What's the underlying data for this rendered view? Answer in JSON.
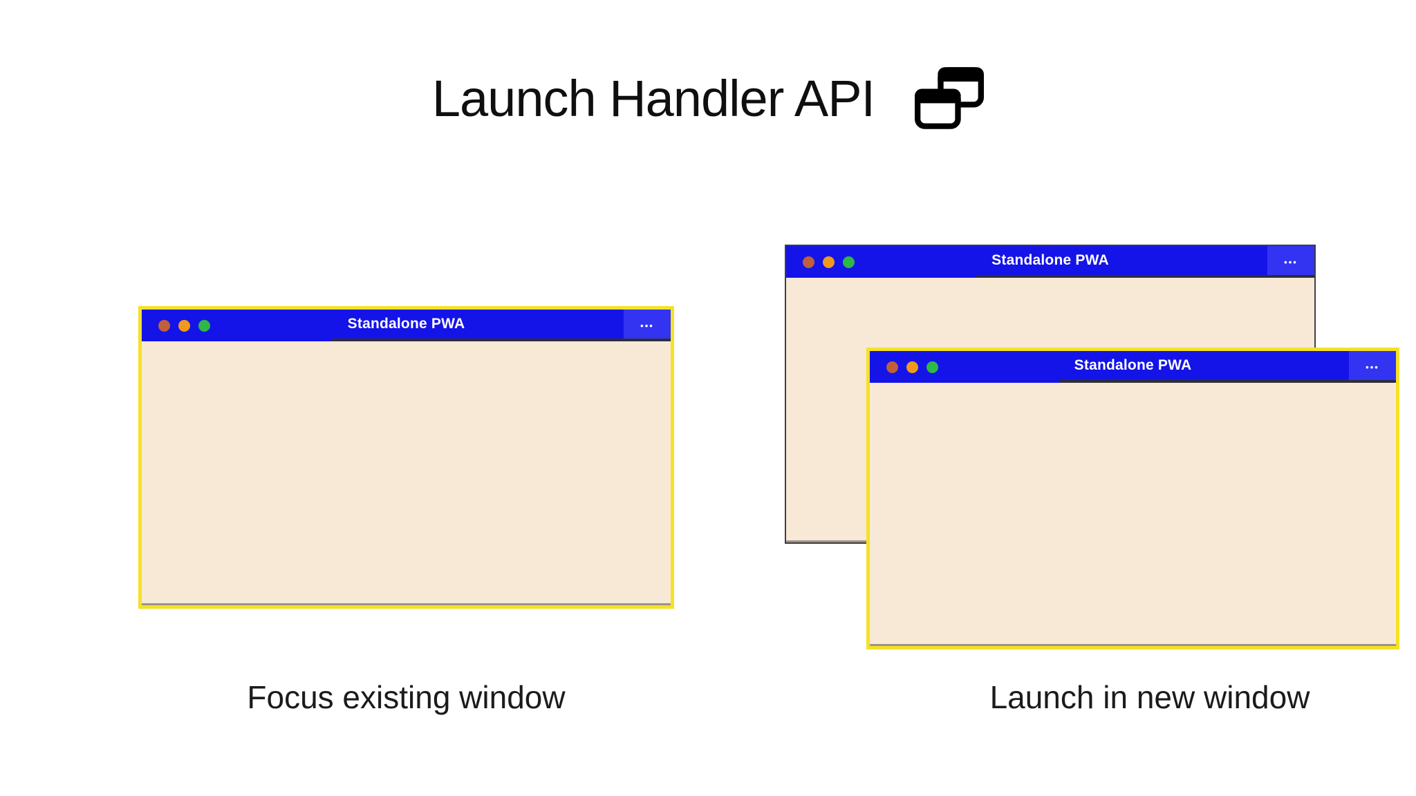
{
  "header": {
    "title": "Launch Handler API",
    "icon": "overlapping-windows-icon"
  },
  "colors": {
    "titlebar_blue": "#1414e8",
    "titlebar_menu_blue": "#3333f2",
    "titlebar_shadow": "#2e2e38",
    "window_body_cream": "#f8e9d6",
    "focused_border_yellow": "#f5e126",
    "background_window_border": "#3f3f3f",
    "dot_red": "#c05f3c",
    "dot_orange": "#f0991e",
    "dot_green": "#2eb845",
    "text_dark": "#1b1b1b"
  },
  "left": {
    "window": {
      "title": "Standalone PWA",
      "menu": "•••"
    },
    "caption": "Focus existing window"
  },
  "right": {
    "back_window": {
      "title": "Standalone PWA",
      "menu": "•••"
    },
    "front_window": {
      "title": "Standalone PWA",
      "menu": "•••"
    },
    "caption": "Launch in new window"
  }
}
